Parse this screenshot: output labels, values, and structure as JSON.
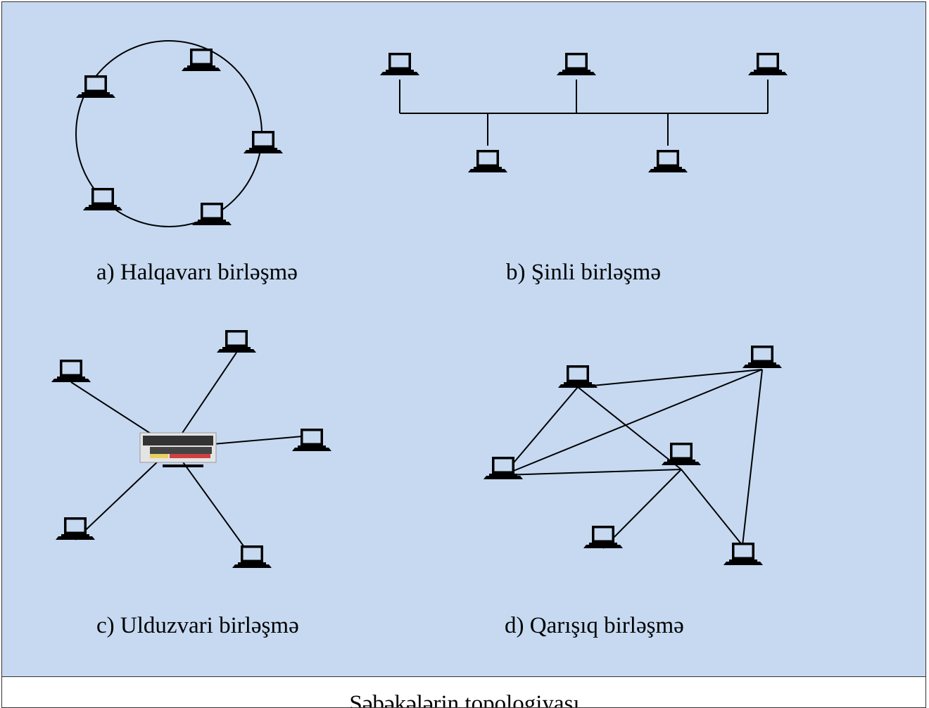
{
  "topologies": {
    "ring": {
      "label": "a)  Halqavarı birləşmə"
    },
    "bus": {
      "label": "b) Şinli birləşmə"
    },
    "star": {
      "label": "c) Ulduzvari birləşmə"
    },
    "mesh": {
      "label": "d) Qarışıq birləşmə"
    }
  },
  "caption": "Şəbəkələrin topologiyası",
  "colors": {
    "panel_background": "#c6d9f1",
    "line": "#000000"
  },
  "icons": {
    "node": "laptop-icon",
    "hub": "switch-icon"
  }
}
